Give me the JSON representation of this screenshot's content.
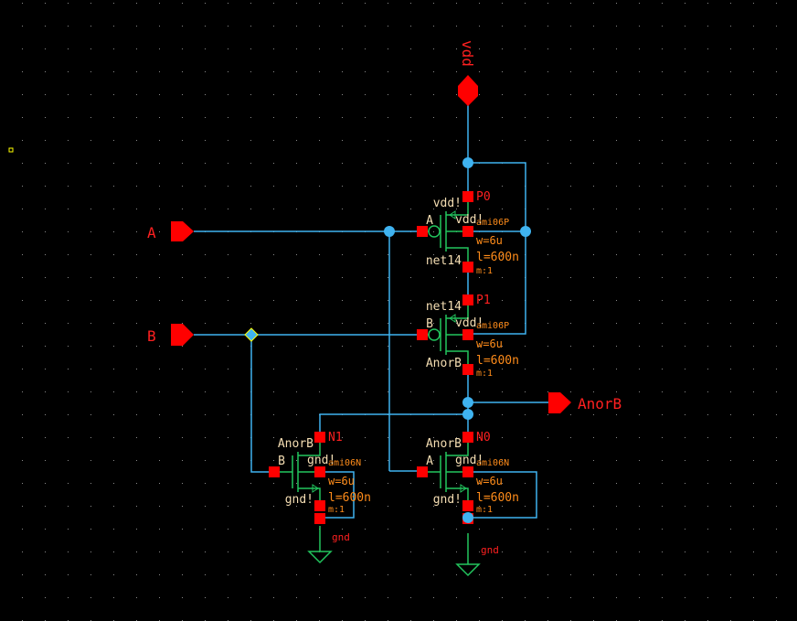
{
  "colors": {
    "background": "#000000",
    "grid": "#8a8a8a",
    "wire": "#3fb3f0",
    "device": "#22c55e",
    "pin": "#ff0000",
    "inst_name": "#ff2020",
    "param": "#ff8c1a",
    "net_label": "#f5deb3",
    "selection": "#ffff00"
  },
  "pins": {
    "vdd": "vdd",
    "A": "A",
    "B": "B",
    "out": "AnorB"
  },
  "global_labels": {
    "gnd_left": "gnd",
    "gnd_right": "gnd"
  },
  "transistors": [
    {
      "name": "P0",
      "model": "ami06P",
      "w": "w=6u",
      "l": "l=600n",
      "m": "m:1",
      "gate": "A",
      "top": "vdd!",
      "body": "vdd!",
      "bottom": "net14"
    },
    {
      "name": "P1",
      "model": "ami06P",
      "w": "w=6u",
      "l": "l=600n",
      "m": "m:1",
      "gate": "B",
      "top": "net14",
      "body": "vdd!",
      "bottom": "AnorB"
    },
    {
      "name": "N0",
      "model": "ami06N",
      "w": "w=6u",
      "l": "l=600n",
      "m": "m:1",
      "gate": "A",
      "top": "AnorB",
      "body": "gnd!",
      "bottom": "gnd!"
    },
    {
      "name": "N1",
      "model": "ami06N",
      "w": "w=6u",
      "l": "l=600n",
      "m": "m:1",
      "gate": "B",
      "top": "AnorB",
      "body": "gnd!",
      "bottom": "gnd!"
    }
  ]
}
